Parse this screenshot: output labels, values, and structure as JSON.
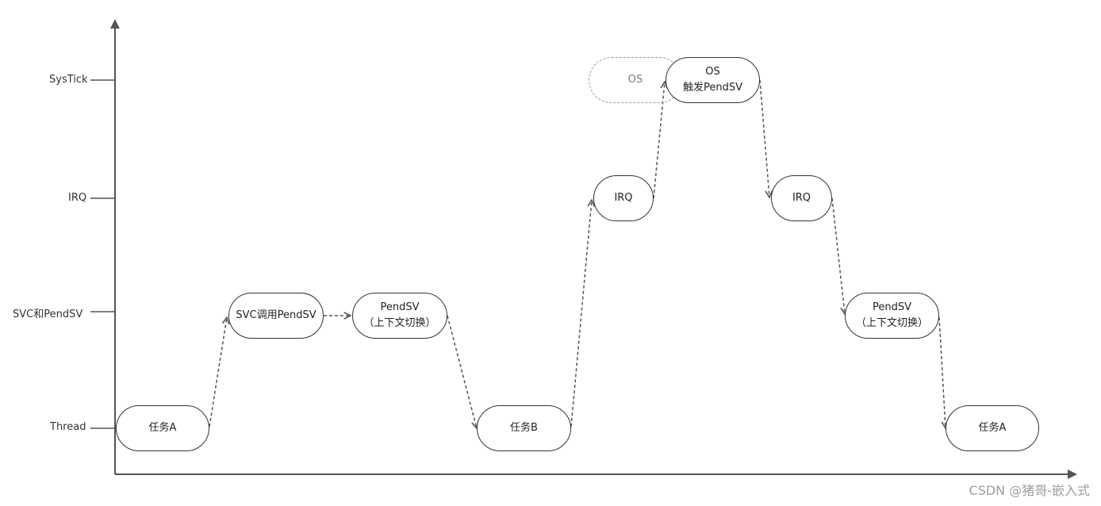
{
  "levels": {
    "systick": "SysTick",
    "irq": "IRQ",
    "svc": "SVC和PendSV",
    "thread": "Thread"
  },
  "nodes": {
    "task_a_1": [
      "任务A"
    ],
    "svc_call": [
      "SVC调用PendSV"
    ],
    "pendsv_1": [
      "PendSV",
      "（上下文切换）"
    ],
    "task_b": [
      "任务B"
    ],
    "irq_1": [
      "IRQ"
    ],
    "os_ghost": [
      "OS"
    ],
    "os_trigger": [
      "OS",
      "触发PendSV"
    ],
    "irq_2": [
      "IRQ"
    ],
    "pendsv_2": [
      "PendSV",
      "（上下文切换）"
    ],
    "task_a_2": [
      "任务A"
    ]
  },
  "watermark": "CSDN @猪哥-嵌入式",
  "colors": {
    "line": "#333333",
    "dashed": "#555555",
    "ghost": "#9a9a9a",
    "watermark": "#9c9c9c"
  }
}
